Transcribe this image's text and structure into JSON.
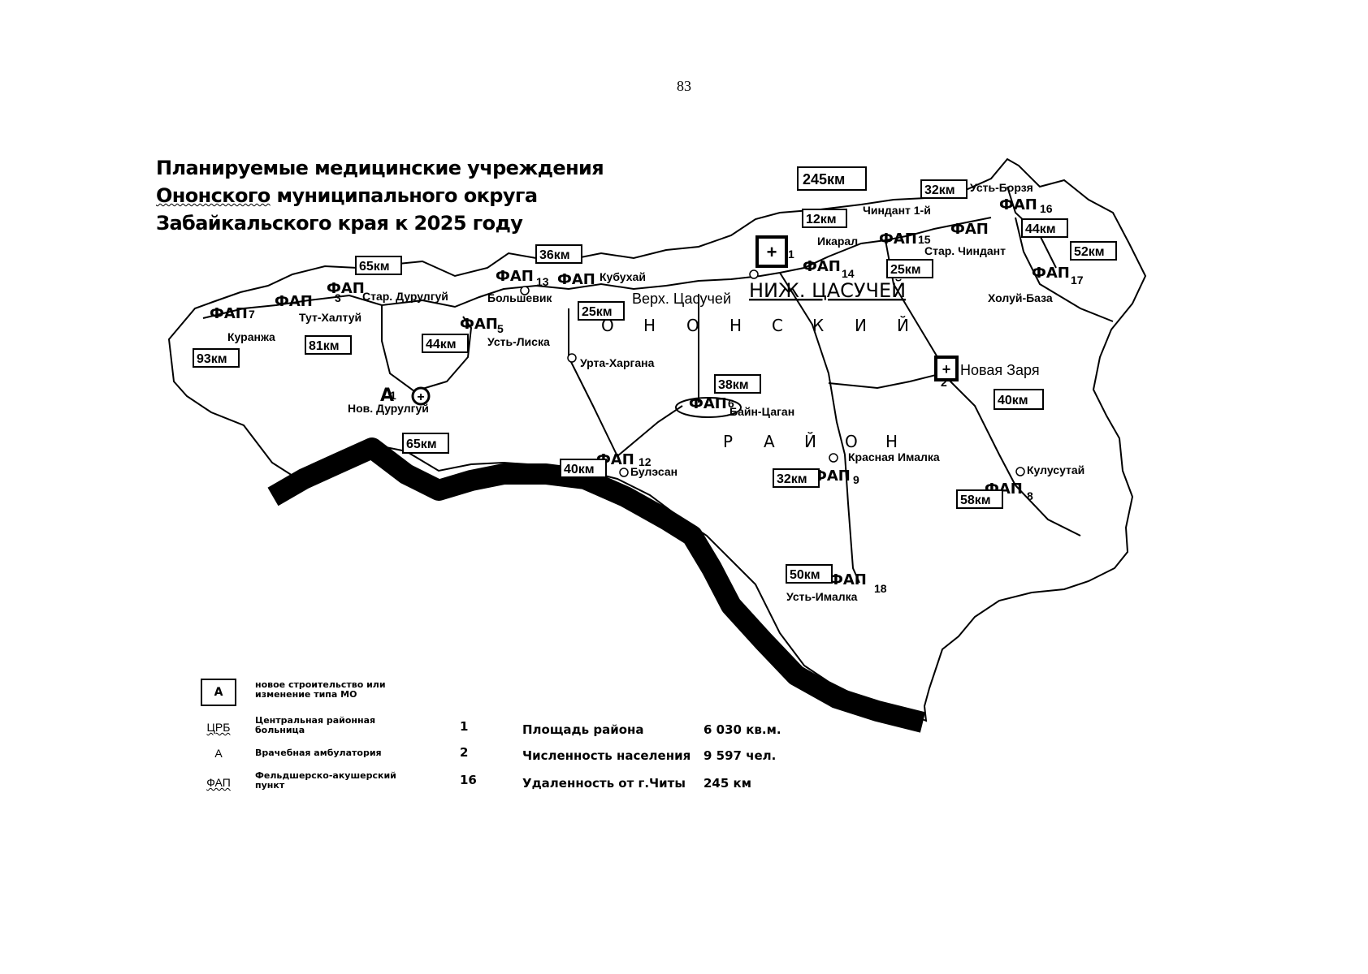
{
  "page_number": "83",
  "title": {
    "line1": "Планируемые медицинские учреждения",
    "line2_underlined": "Ононского",
    "line2_rest": " муниципального округа",
    "line3": "Забайкальского края к 2025 году"
  },
  "district_name": {
    "word1": [
      "О",
      "Н",
      "О",
      "Н",
      "С",
      "К",
      "И",
      "Й"
    ],
    "word2": [
      "Р",
      "А",
      "Й",
      "О",
      "Н"
    ]
  },
  "settlements": [
    {
      "id": "nizh-tsasuchei",
      "name": "НИЖ. ЦАСУЧЕЙ"
    },
    {
      "id": "verkh-tsasuchei",
      "name": "Верх. Цасучей"
    },
    {
      "id": "novaya-zarya",
      "name": "Новая Заря"
    },
    {
      "id": "kulusutai",
      "name": "Кулусутай"
    },
    {
      "id": "krasnaya-imalka",
      "name": "Красная Ималка"
    },
    {
      "id": "ust-imalka",
      "name": "Усть-Ималка"
    },
    {
      "id": "bain-tsagan",
      "name": "Байн-Цаган"
    },
    {
      "id": "urta-khargana",
      "name": "Урта-Харгана"
    },
    {
      "id": "bulyesan",
      "name": "Булэсан"
    },
    {
      "id": "nov-durulgui",
      "name": "Нов. Дурулгуй"
    },
    {
      "id": "ust-liska",
      "name": "Усть-Лиска"
    },
    {
      "id": "bolshevik",
      "name": "Большевик"
    },
    {
      "id": "kubukai",
      "name": "Кубухай"
    },
    {
      "id": "star-durulgui",
      "name": "Стар. Дурулгуй"
    },
    {
      "id": "tut-khaltui",
      "name": "Тут-Халтуй"
    },
    {
      "id": "kuranzha",
      "name": "Куранжа"
    },
    {
      "id": "ikaral",
      "name": "Икарал"
    },
    {
      "id": "chindant-1",
      "name": "Чиндант 1-й"
    },
    {
      "id": "star-chindant",
      "name": "Стар. Чиндант"
    },
    {
      "id": "ust-borzya",
      "name": "Усть-Борзя"
    },
    {
      "id": "kholui-baza",
      "name": "Холуй-База"
    }
  ],
  "facility_codes": {
    "fap": "ФАП",
    "ambulatory": "А",
    "crb": "ЦРБ"
  },
  "facility_numbers": [
    "1",
    "1",
    "2",
    "3",
    "5",
    "6",
    "7",
    "8",
    "9",
    "12",
    "13",
    "14",
    "15",
    "16",
    "17",
    "18"
  ],
  "distances": [
    "245км",
    "12км",
    "32км",
    "44км",
    "52км",
    "25км",
    "65км",
    "36км",
    "25км",
    "81км",
    "93км",
    "44км",
    "65км",
    "38км",
    "40км",
    "40км",
    "32км",
    "58км",
    "50км"
  ],
  "legend": {
    "new_box_letter": "А",
    "new_box_desc": "новое строительство или изменение типа МО",
    "items": [
      {
        "symbol": "ЦРБ",
        "desc": "Центральная районная больница",
        "count": "1"
      },
      {
        "symbol": "А",
        "desc": "Врачебная амбулатория",
        "count": "2"
      },
      {
        "symbol": "ФАП",
        "desc": "Фельдшерско-акушерский пункт",
        "count": "16"
      }
    ]
  },
  "stats": [
    {
      "label": "Площадь района",
      "value": "6 030 кв.м."
    },
    {
      "label": "Численность населения",
      "value": "9 597 чел."
    },
    {
      "label": "Удаленность от г.Читы",
      "value": "245  км"
    }
  ]
}
